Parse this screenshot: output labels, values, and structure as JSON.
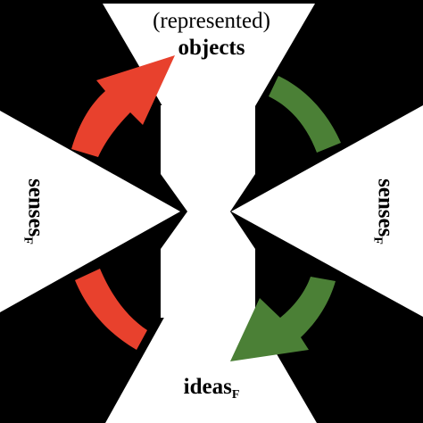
{
  "colors": {
    "background": "#000000",
    "shape": "#ffffff",
    "red_arrow": "#e8412d",
    "green_arrow": "#4b8036"
  },
  "labels": {
    "top_sub": "(represented)",
    "top_main": "objects",
    "bottom_main": "ideas",
    "bottom_sub": "F",
    "left_main": "senses",
    "left_sub": "F",
    "right_main": "senses",
    "right_sub": "F"
  }
}
